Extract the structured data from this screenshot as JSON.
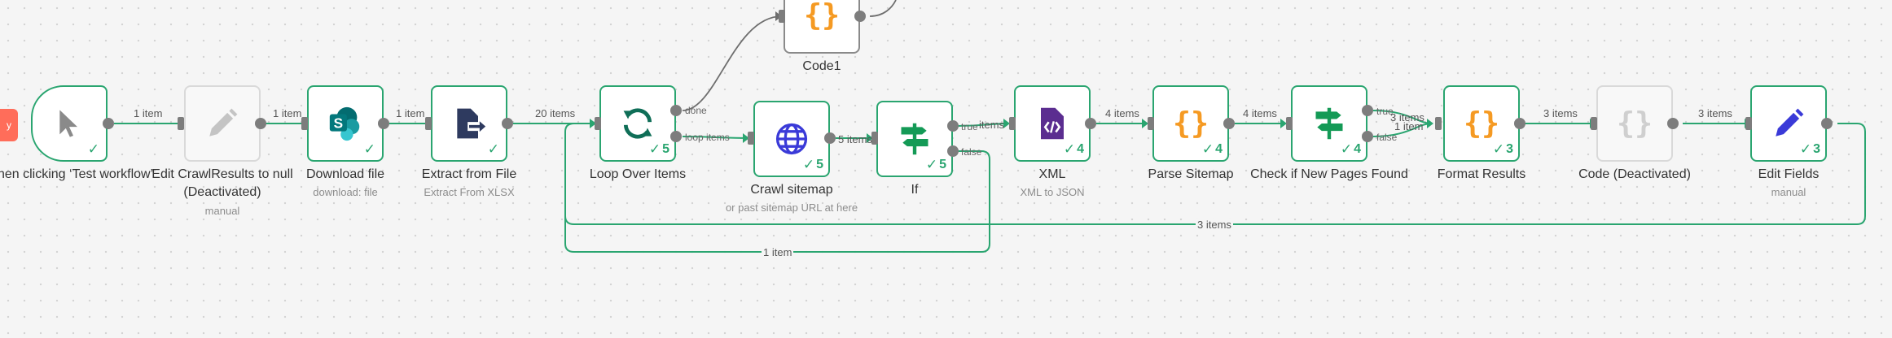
{
  "colors": {
    "success": "#2aa570",
    "port": "#7d7d7d",
    "deactivated": "#d9d9d9",
    "orange": "#f59a23",
    "accent_red": "#ff6d5a"
  },
  "sidebar_tab": {
    "label": "y"
  },
  "nodes": {
    "trigger": {
      "name": "When clicking ‘Test workflow’",
      "icon": "cursor-icon"
    },
    "edit_null": {
      "name": "Edit CrawlResults to null (Deactivated)",
      "subtitle": "manual",
      "icon": "pencil-icon"
    },
    "download": {
      "name": "Download file",
      "subtitle": "download: file",
      "icon": "sharepoint-icon"
    },
    "extract": {
      "name": "Extract from File",
      "subtitle": "Extract From XLSX",
      "icon": "file-export-icon"
    },
    "loop": {
      "name": "Loop Over Items",
      "count": "5",
      "icon": "loop-icon",
      "port_done": "done",
      "port_loop": "loop items"
    },
    "code1": {
      "name": "Code1",
      "icon": "braces-icon"
    },
    "crawl": {
      "name": "Crawl sitemap",
      "subtitle": "or past sitemap URL at here",
      "count": "5",
      "icon": "globe-icon"
    },
    "if": {
      "name": "If",
      "count": "5",
      "icon": "signpost-icon",
      "port_true": "true",
      "port_false": "false"
    },
    "xml": {
      "name": "XML",
      "subtitle": "XML to JSON",
      "count": "4",
      "icon": "xml-icon"
    },
    "parse": {
      "name": "Parse Sitemap",
      "count": "4",
      "icon": "braces-icon"
    },
    "check": {
      "name": "Check if New Pages Found",
      "count": "4",
      "icon": "signpost-icon",
      "port_true": "true",
      "port_false": "false"
    },
    "format": {
      "name": "Format Results",
      "count": "3",
      "icon": "braces-icon"
    },
    "code": {
      "name": "Code (Deactivated)",
      "icon": "braces-icon"
    },
    "edit_fields": {
      "name": "Edit Fields",
      "subtitle": "manual",
      "count": "3",
      "icon": "pencil-icon"
    }
  },
  "edges": {
    "trigger_edit": "1 item",
    "edit_download": "1 item",
    "download_extract": "1 item",
    "extract_loop": "20 items",
    "crawl_if": "5 items",
    "if_xml": "items",
    "xml_parse": "4 items",
    "parse_check": "4 items",
    "check_format_true": "3 items",
    "check_format_false": "1 item",
    "format_code": "3 items",
    "code_edit": "3 items",
    "edit_loop_back": "3 items",
    "if_false_loop": "1 item"
  }
}
